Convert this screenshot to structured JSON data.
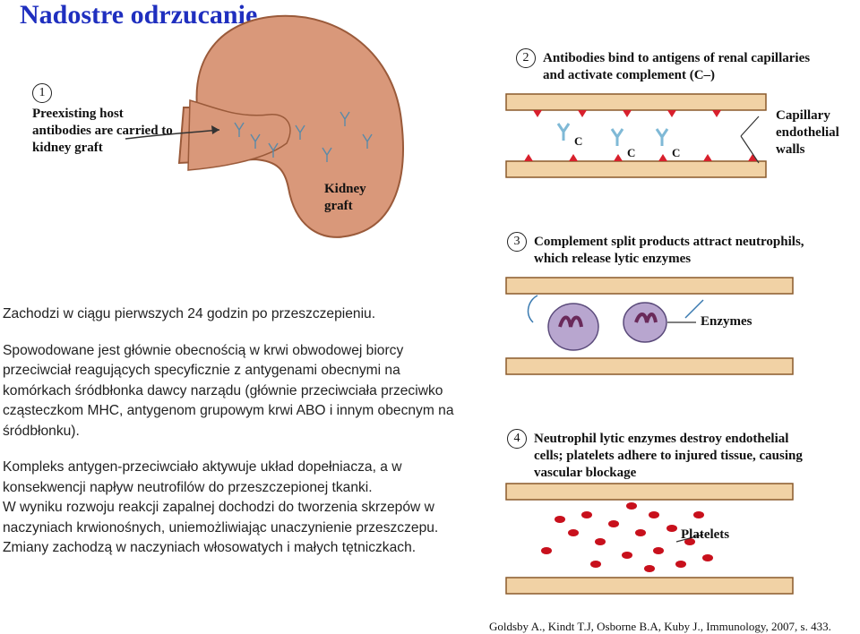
{
  "title": "Nadostre odrzucanie",
  "figure": {
    "step1": {
      "number": "1",
      "text": [
        "Preexisting host",
        "antibodies are carried to",
        "kidney graft"
      ]
    },
    "kidney_label": [
      "Kidney",
      "graft"
    ],
    "step2": {
      "number": "2",
      "text": [
        "Antibodies bind to antigens of renal capillaries",
        "and activate complement (C‒)"
      ]
    },
    "capillary_label": [
      "Capillary",
      "endothelial",
      "walls"
    ],
    "complement_symbol": "C",
    "step3": {
      "number": "3",
      "text": [
        "Complement split products attract neutrophils,",
        "which release lytic enzymes"
      ]
    },
    "enzymes_label": "Enzymes",
    "step4": {
      "number": "4",
      "text": [
        "Neutrophil lytic enzymes destroy endothelial",
        "cells; platelets adhere to injured tissue, causing",
        "vascular blockage"
      ]
    },
    "platelets_label": "Platelets"
  },
  "body": {
    "para1": "Zachodzi w ciągu pierwszych 24 godzin po przeszczepieniu.",
    "para2": "Spowodowane jest głównie obecnością w krwi obwodowej biorcy przeciwciał reagujących specyficznie z antygenami obecnymi na komórkach śródbłonka dawcy narządu (głównie przeciwciała przeciwko cząsteczkom MHC, antygenom grupowym krwi ABO i innym obecnym na śródbłonku).",
    "para3": "Kompleks antygen-przeciwciało aktywuje układ dopełniacza, a w konsekwencji napływ neutrofilów do przeszczepionej tkanki.",
    "para4": "W wyniku rozwoju reakcji zapalnej dochodzi do tworzenia skrzepów w naczyniach krwionośnych, uniemożliwiając unaczynienie przeszczepu.",
    "para5": "Zmiany zachodzą w naczyniach włosowatych i małych tętniczkach."
  },
  "citation": "Goldsby A., Kindt T.J, Osborne B.A, Kuby J., Immunology, 2007, s. 433.",
  "colors": {
    "title": "#1f2fbf",
    "vessel": "#f1d2a5",
    "vessel_edge": "#8a5a2c",
    "kidney": "#d9987a",
    "antibody": "#7fb9d6",
    "complement": "#d8202c",
    "neutrophil": "#b8a6cf",
    "platelet": "#c8101c"
  }
}
